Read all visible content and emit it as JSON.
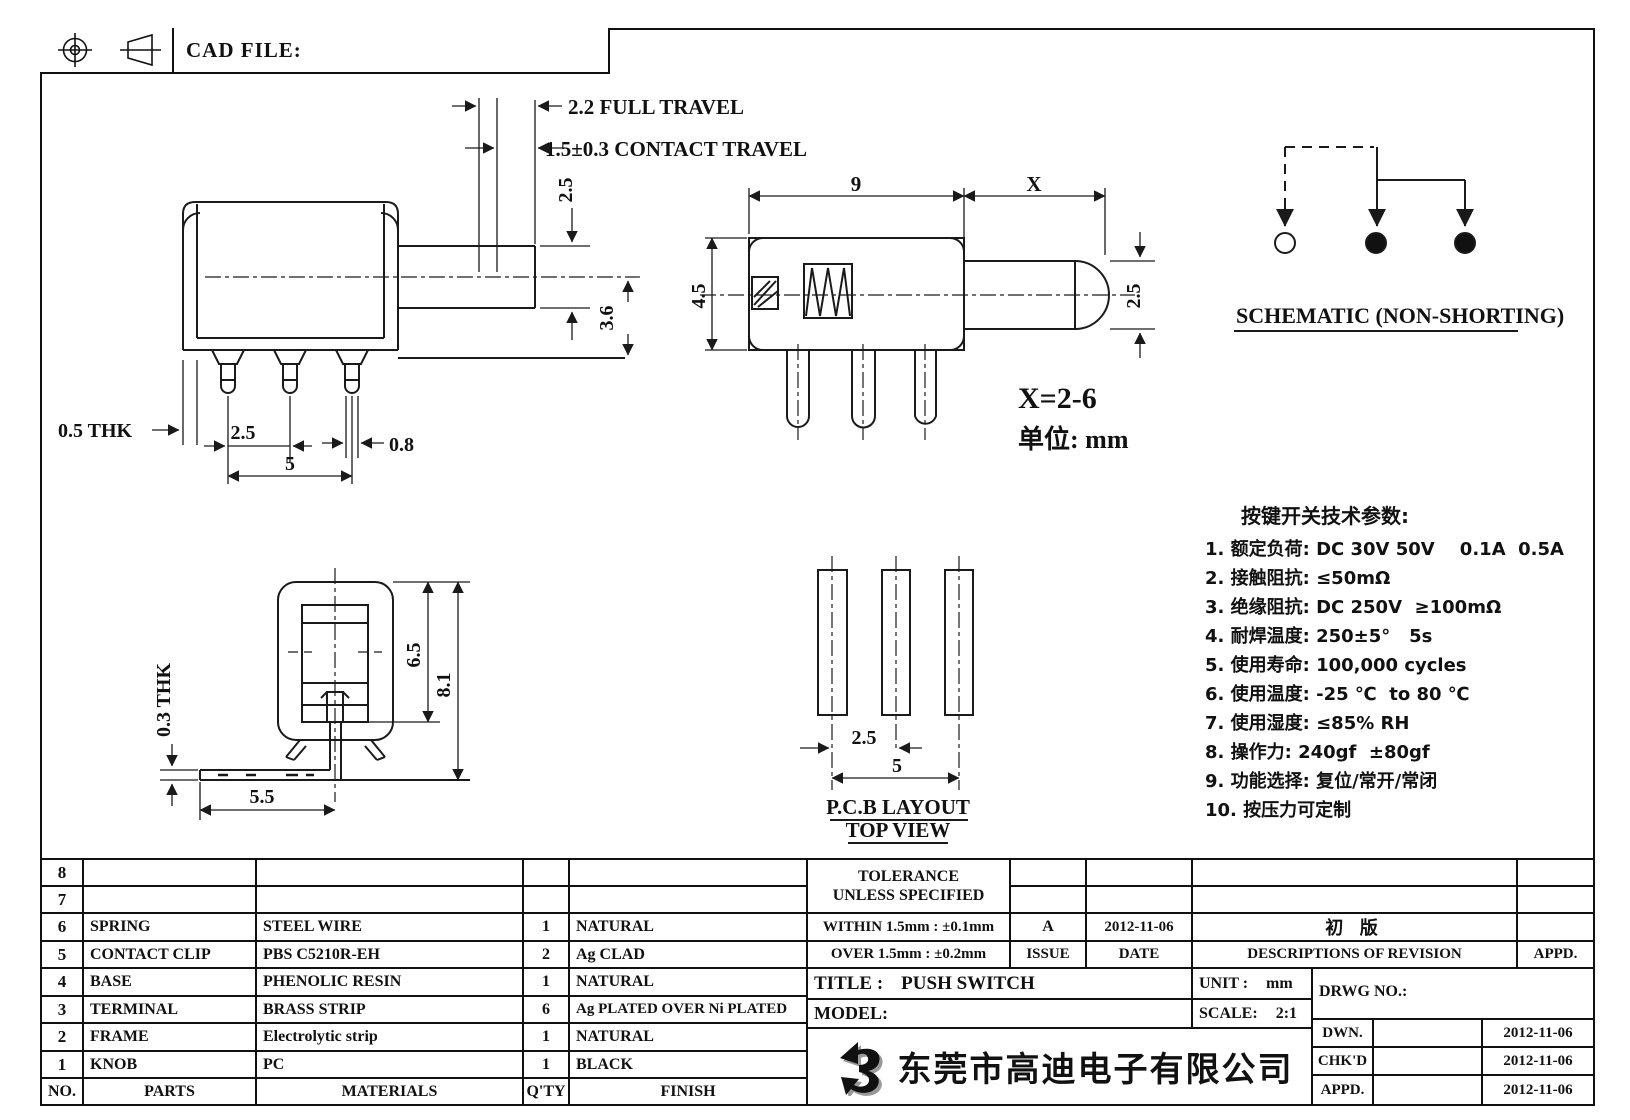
{
  "header": {
    "cad_file_label": "CAD FILE:"
  },
  "front_view": {
    "dim_full_travel": "2.2 FULL TRAVEL",
    "dim_contact_travel": "1.5±0.3 CONTACT TRAVEL",
    "dim_shaft_height": "2.5",
    "dim_center_to_base": "3.6",
    "dim_wall_thk": "0.5 THK",
    "dim_pin_pitch": "2.5",
    "dim_pin_width": "0.8",
    "dim_pitch_total": "5"
  },
  "top_view": {
    "dim_body_length": "9",
    "dim_shaft_x": "X",
    "dim_body_width": "4.5",
    "dim_shaft_dia": "2.5",
    "note_x_range": "X=2-6",
    "note_unit": "单位: mm"
  },
  "side_view": {
    "dim_thk": "0.3 THK",
    "dim_body": "6.5",
    "dim_total": "8.1",
    "dim_bracket": "5.5"
  },
  "pcb_view": {
    "dim_pitch": "2.5",
    "dim_total": "5",
    "label_line1": "P.C.B LAYOUT",
    "label_line2": "TOP VIEW"
  },
  "schematic": {
    "label": "SCHEMATIC (NON-SHORTING)"
  },
  "tech_params": {
    "title": "按键开关技术参数:",
    "items": [
      "1. 额定负荷: DC 30V 50V    0.1A  0.5A",
      "2. 接触阻抗: ≤50mΩ",
      "3. 绝缘阻抗: DC 250V  ≥100mΩ",
      "4. 耐焊温度: 250±5°   5s",
      "5. 使用寿命: 100,000 cycles",
      "6. 使用温度: -25 ℃  to 80 ℃",
      "7. 使用湿度: ≤85% RH",
      "8. 操作力: 240gf  ±80gf",
      "9. 功能选择: 复位/常开/常闭",
      "10. 按压力可定制"
    ]
  },
  "parts_table": {
    "rows": [
      {
        "no": "8",
        "parts": "",
        "materials": "",
        "qty": "",
        "finish": ""
      },
      {
        "no": "7",
        "parts": "",
        "materials": "",
        "qty": "",
        "finish": ""
      },
      {
        "no": "6",
        "parts": "SPRING",
        "materials": "STEEL WIRE",
        "qty": "1",
        "finish": "NATURAL"
      },
      {
        "no": "5",
        "parts": "CONTACT CLIP",
        "materials": "PBS C5210R-EH",
        "qty": "2",
        "finish": "Ag CLAD"
      },
      {
        "no": "4",
        "parts": "BASE",
        "materials": "PHENOLIC RESIN",
        "qty": "1",
        "finish": "NATURAL"
      },
      {
        "no": "3",
        "parts": "TERMINAL",
        "materials": "BRASS STRIP",
        "qty": "6",
        "finish": "Ag PLATED OVER Ni PLATED"
      },
      {
        "no": "2",
        "parts": "FRAME",
        "materials": "Electrolytic strip",
        "qty": "1",
        "finish": "NATURAL"
      },
      {
        "no": "1",
        "parts": "KNOB",
        "materials": "PC",
        "qty": "1",
        "finish": "BLACK"
      }
    ],
    "footer": {
      "no": "NO.",
      "parts": "PARTS",
      "materials": "MATERIALS",
      "qty": "Q'TY",
      "finish": "FINISH"
    }
  },
  "tolerance": {
    "line1": "TOLERANCE",
    "line2": "UNLESS  SPECIFIED",
    "within": "WITHIN 1.5mm : ±0.1mm",
    "over": "OVER 1.5mm : ±0.2mm"
  },
  "revision": {
    "issue": "A",
    "date": "2012-11-06",
    "description": "初 版",
    "appd": "",
    "header": {
      "issue": "ISSUE",
      "date": "DATE",
      "description": "DESCRIPTIONS OF REVISION",
      "appd": "APPD."
    }
  },
  "title_block": {
    "title_label": "TITLE :",
    "title": "PUSH SWITCH",
    "unit_label": "UNIT :",
    "unit": "mm",
    "model_label": "MODEL:",
    "scale_label": "SCALE:",
    "scale": "2:1",
    "drwg_label": "DRWG NO.:",
    "company": "东莞市高迪电子有限公司",
    "signs": [
      {
        "label": "DWN.",
        "date": "2012-11-06"
      },
      {
        "label": "CHK'D",
        "date": "2012-11-06"
      },
      {
        "label": "APPD.",
        "date": "2012-11-06"
      }
    ]
  }
}
